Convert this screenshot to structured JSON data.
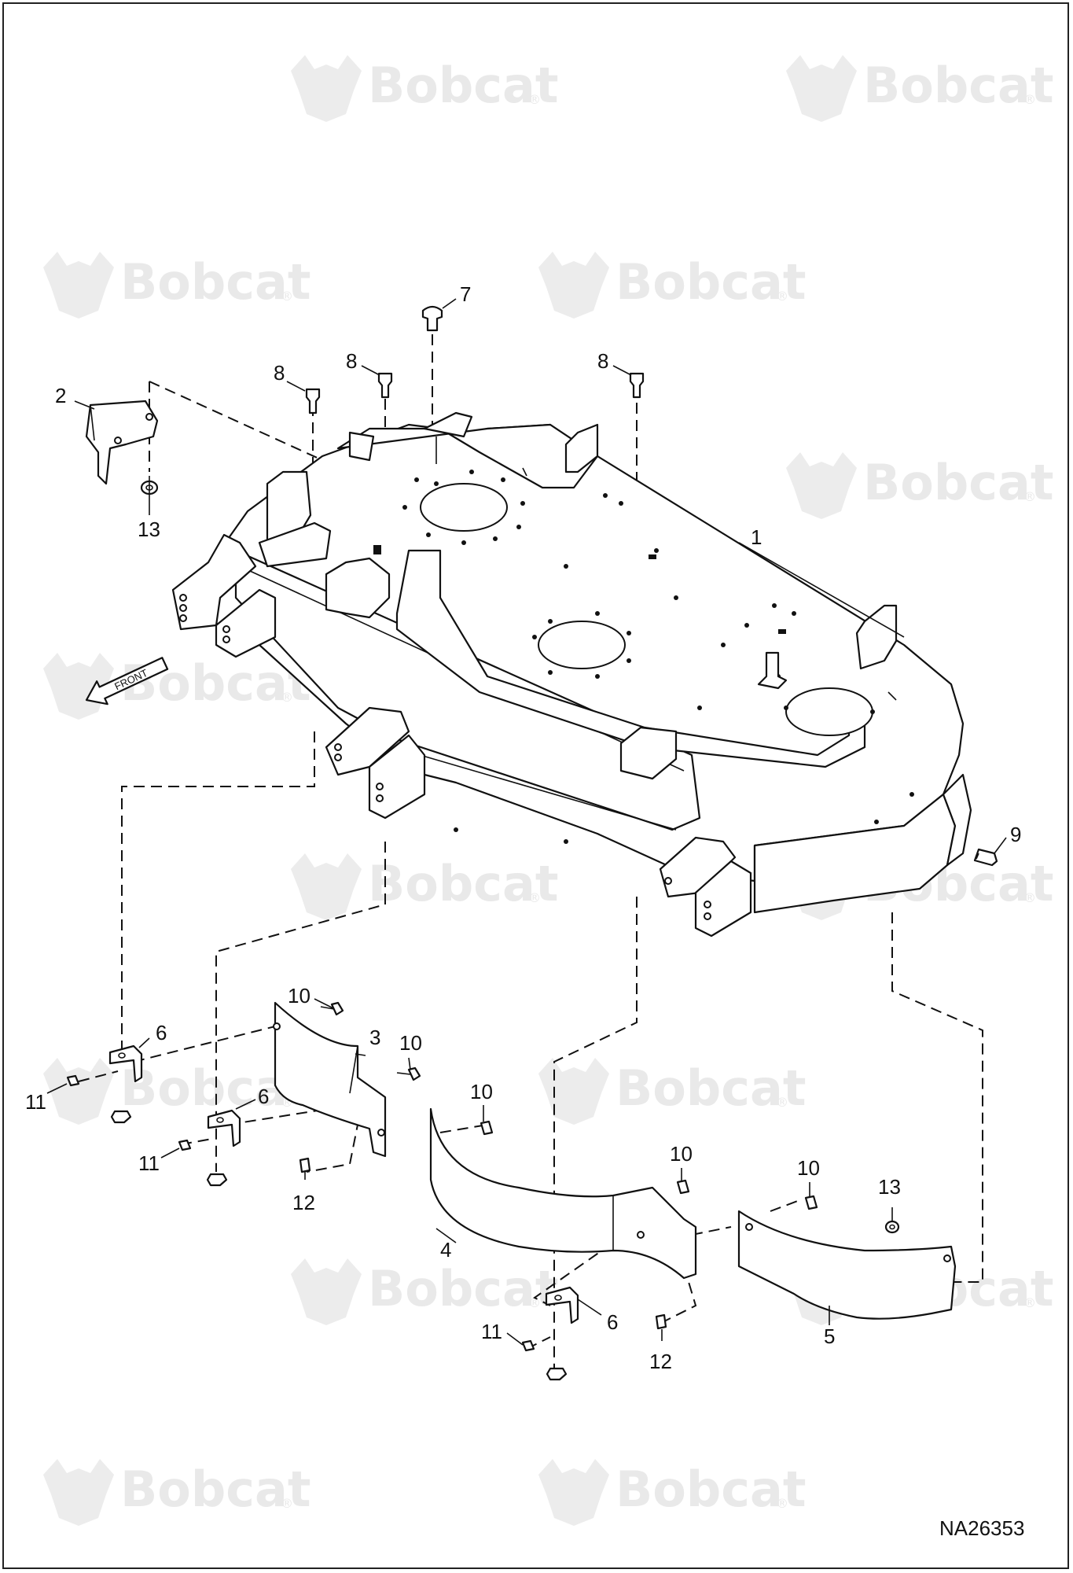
{
  "drawing": {
    "reference_number": "NA26353",
    "front_label": "FRONT",
    "watermark": {
      "brand": "Bobcat",
      "reg_mark": "®",
      "color": "#e9e9e9"
    }
  },
  "callouts": [
    "1",
    "2",
    "3",
    "4",
    "5",
    "6",
    "6",
    "6",
    "7",
    "8",
    "8",
    "8",
    "9",
    "10",
    "10",
    "10",
    "10",
    "10",
    "11",
    "11",
    "11",
    "12",
    "12",
    "13",
    "13"
  ]
}
